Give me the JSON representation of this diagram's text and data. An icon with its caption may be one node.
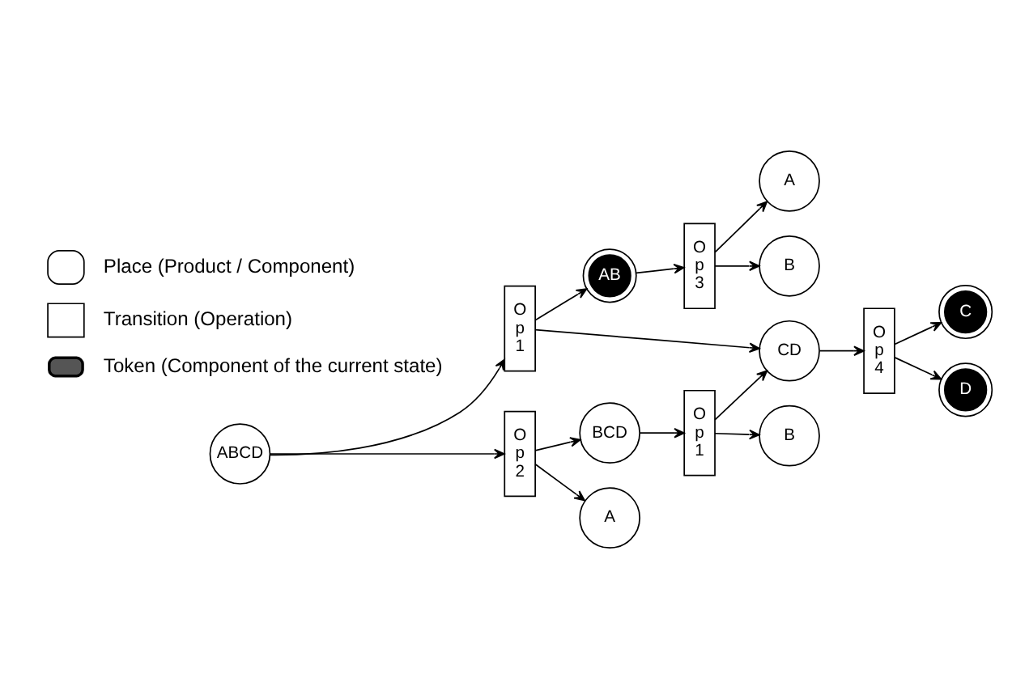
{
  "diagram": {
    "nodes": [
      {
        "text": [
          "ABCD"
        ]
      },
      {
        "text": [
          "O p 1"
        ]
      },
      {
        "text": [
          "O p 2"
        ]
      },
      {
        "text": [
          "AB"
        ]
      },
      {
        "text": [
          "O p 3"
        ]
      },
      {
        "text": [
          "A"
        ]
      },
      {
        "text": [
          "B"
        ]
      },
      {
        "text": [
          "BCD"
        ]
      },
      {
        "text": [
          "A"
        ]
      },
      {
        "text": [
          "O p 1"
        ]
      },
      {
        "text": [
          "CD"
        ]
      },
      {
        "text": [
          "B"
        ]
      },
      {
        "text": [
          "O p 4"
        ]
      },
      {
        "text": [
          "C"
        ]
      },
      {
        "text": [
          "D"
        ]
      }
    ],
    "edges": [
      {
        "from": 0,
        "to": 1,
        "arrow": "to"
      },
      {
        "from": 0,
        "to": 2,
        "arrow": "to"
      },
      {
        "from": 1,
        "to": 3,
        "arrow": "to"
      },
      {
        "from": 1,
        "to": 10,
        "arrow": "to"
      },
      {
        "from": 3,
        "to": 4,
        "arrow": "to"
      },
      {
        "from": 4,
        "to": 5,
        "arrow": "to"
      },
      {
        "from": 4,
        "to": 6,
        "arrow": "to"
      },
      {
        "from": 2,
        "to": 7,
        "arrow": "to"
      },
      {
        "from": 2,
        "to": 8,
        "arrow": "to"
      },
      {
        "from": 7,
        "to": 9,
        "arrow": "to"
      },
      {
        "from": 9,
        "to": 10,
        "arrow": "to"
      },
      {
        "from": 9,
        "to": 11,
        "arrow": "to"
      },
      {
        "from": 10,
        "to": 12,
        "arrow": "to"
      },
      {
        "from": 12,
        "to": 13,
        "arrow": "to"
      },
      {
        "from": 12,
        "to": 14,
        "arrow": "to"
      }
    ],
    "legend": [
      {
        "text": "Place (Product / Component)"
      },
      {
        "text": "Transition (Operation)"
      },
      {
        "text": "Token (Component of the current state)"
      }
    ]
  }
}
